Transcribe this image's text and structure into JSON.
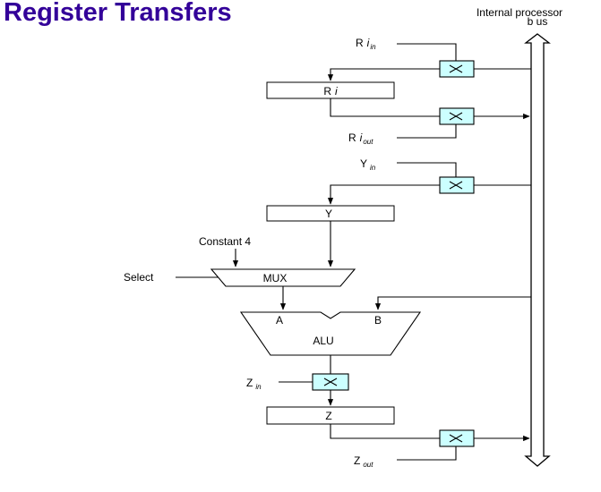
{
  "title": "Register Transfers",
  "bus": {
    "label_line1": "Internal processor",
    "label_line2": "b us"
  },
  "registers": {
    "ri": {
      "name": "R",
      "index": "i"
    },
    "y": {
      "name": "Y"
    },
    "z": {
      "name": "Z"
    }
  },
  "signals": {
    "ri_in": {
      "name": "R",
      "index": "i",
      "suffix": "in"
    },
    "ri_out": {
      "name": "R",
      "index": "i",
      "suffix": "out"
    },
    "y_in": {
      "name": "Y",
      "suffix": "in"
    },
    "z_in": {
      "name": "Z",
      "suffix": "in"
    },
    "z_out": {
      "name": "Z",
      "suffix": "out"
    },
    "constant": "Constant 4",
    "select": "Select"
  },
  "mux": {
    "label": "MUX"
  },
  "alu": {
    "label": "ALU",
    "input_a": "A",
    "input_b": "B"
  },
  "colors": {
    "title": "#330099",
    "gate_fill": "#ccffff"
  }
}
